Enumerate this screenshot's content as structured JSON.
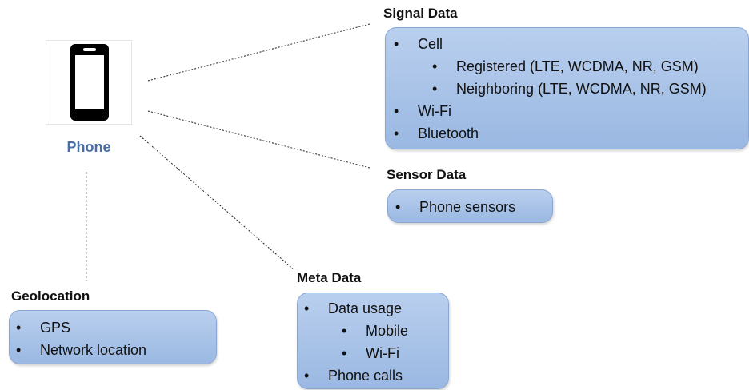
{
  "phone": {
    "label": "Phone",
    "icon": "smartphone-icon"
  },
  "signal": {
    "title": "Signal Data",
    "items": [
      {
        "label": "Cell",
        "children": [
          "Registered (LTE, WCDMA, NR, GSM)",
          "Neighboring (LTE, WCDMA, NR, GSM)"
        ]
      },
      {
        "label": "Wi-Fi"
      },
      {
        "label": "Bluetooth"
      }
    ]
  },
  "sensor": {
    "title": "Sensor Data",
    "items": [
      "Phone sensors"
    ]
  },
  "meta": {
    "title": "Meta Data",
    "items": [
      {
        "label": "Data usage",
        "children": [
          "Mobile",
          "Wi-Fi"
        ]
      },
      {
        "label": "Phone calls"
      }
    ]
  },
  "geo": {
    "title": "Geolocation",
    "items": [
      "GPS",
      "Network location"
    ]
  },
  "bullet_char": "•",
  "colors": {
    "box_fill": "#a8c2e8",
    "box_border": "#8aa7d3",
    "phone_label": "#4a6fa8"
  }
}
